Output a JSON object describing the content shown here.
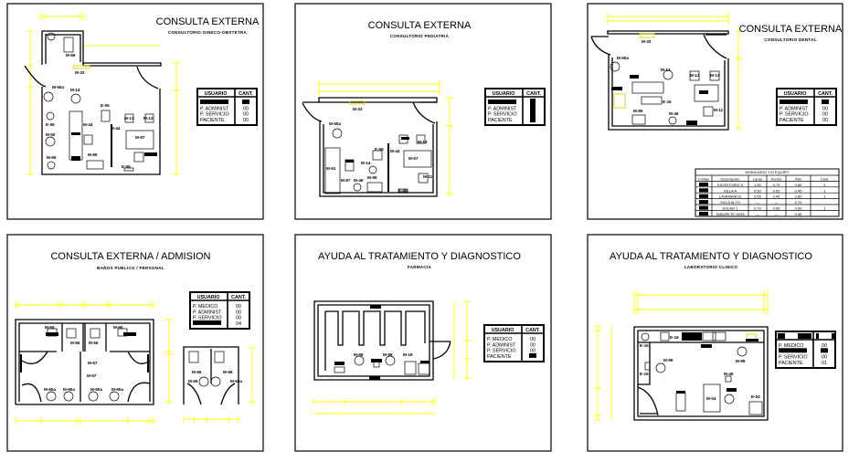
{
  "panels": [
    {
      "title": "CONSULTA EXTERNA",
      "subtitle": "CONSULTORIO GINECO-OBSTETRA",
      "table": {
        "header": [
          "USUARIO",
          "CANT."
        ],
        "rows": [
          [
            null,
            null
          ],
          [
            "P. ADMINIST",
            "00"
          ],
          [
            "P. SERVICIO",
            "00"
          ],
          [
            "PACIENTE",
            "00"
          ]
        ]
      },
      "labels": [
        "M-66",
        "M-33",
        "M-65a",
        "M-14",
        "E-06",
        "E-06",
        "M-50",
        "M-44",
        "M-44",
        "M-13",
        "M-13",
        "M-57",
        "M-66",
        "M-95",
        "E-06"
      ]
    },
    {
      "title": "CONSULTA EXTERNA",
      "subtitle": "CONSULTORIO PEDIATRIA",
      "table": {
        "header": [
          "USUARIO",
          "CANT."
        ],
        "rows": [
          [
            null,
            null
          ],
          [
            "P. ADMINIST",
            null
          ],
          [
            "P. SERVICIO",
            null
          ],
          [
            "PACIENTE",
            null
          ]
        ]
      },
      "labels": [
        "M-33",
        "M-65a",
        "E-06",
        "M-44",
        "M-57",
        "M-13",
        "M-14",
        "M-91",
        "M-87",
        "M-46",
        "M-95",
        "M-11",
        "E-06"
      ]
    },
    {
      "title": "CONSULTA EXTERNA",
      "subtitle": "CONSULTORIO DENTAL",
      "table": {
        "header": [
          "USUARIO",
          "CANT."
        ],
        "rows": [
          [
            null,
            null
          ],
          [
            "P. ADMINIST",
            "00"
          ],
          [
            "P. SERVICIO",
            "00"
          ],
          [
            "PACIENTE",
            "00"
          ]
        ]
      },
      "labels": [
        "M-33",
        "M-65a",
        "M-14",
        "M-13",
        "M-13",
        "E-16",
        "M-85",
        "M-46",
        "M-11"
      ]
    },
    {
      "title": "CONSULTA EXTERNA / ADMISION",
      "subtitle": "BAÑOS PUBLICO / PERSONAL",
      "table": {
        "header": [
          "USUARIO",
          "CANT."
        ],
        "rows": [
          [
            "P. MEDICO",
            "00"
          ],
          [
            "P. ADMINIST",
            "00"
          ],
          [
            "P. SERVICIO",
            "00"
          ],
          [
            null,
            "04"
          ]
        ]
      },
      "labels": [
        "M-66",
        "M-66",
        "M-66",
        "M-66",
        "M-67",
        "M-67",
        "M-65a",
        "M-65a",
        "M-65a",
        "M-65a",
        "M-66",
        "M-66",
        "M-65",
        "M-65a"
      ]
    },
    {
      "title": "AYUDA AL TRATAMIENTO Y DIAGNOSTICO",
      "subtitle": "FARMACIA",
      "table": {
        "header": [
          "USUARIO",
          "CANT."
        ],
        "rows": [
          [
            "P. MEDICO",
            "00"
          ],
          [
            "P. ADMINIST",
            "00"
          ],
          [
            "P. SERVICIO",
            "00"
          ],
          [
            "PACIENTE",
            null
          ]
        ]
      },
      "labels": [
        "M-99",
        "M-99",
        "M-19"
      ]
    },
    {
      "title": "AYUDA AL TRATAMIENTO Y DIAGNOSTICO",
      "subtitle": "LABORATORIO CLINICO",
      "table": {
        "header": [
          null,
          null
        ],
        "rows": [
          [
            "P. MEDICO",
            "00"
          ],
          [
            null,
            null
          ],
          [
            "P. SERVICIO",
            "00"
          ],
          [
            "PACIENTE",
            "01"
          ]
        ]
      },
      "labels": [
        "E-16",
        "E-16",
        "M-99",
        "M-99",
        "E-16",
        "M-45",
        "M-04",
        "E-04"
      ]
    }
  ],
  "furniture_table": {
    "title": "MOBILIARIO Y/O EQUIPO",
    "columns": [
      "Código",
      "Descripción",
      "Largo",
      "Ancho",
      "Alto",
      "Cant."
    ],
    "rows": [
      [
        "ESCRITORIO 3",
        "1.50",
        "0.75",
        "0.80",
        "1"
      ],
      [
        "SILLA A",
        "0.50",
        "0.52",
        "0.45",
        "1"
      ],
      [
        "LAVAMANOS",
        "0.55",
        "0.45",
        "0.80",
        "1"
      ],
      [
        "SILLA ALTO",
        "—",
        "—",
        "0.70",
        ""
      ],
      [
        "SOLAR 1",
        "0.70",
        "0.65",
        "0.60",
        "1"
      ],
      [
        "TABURETE GIRA",
        "—",
        "—",
        "0.45",
        ""
      ]
    ]
  },
  "colors": {
    "dimension": "#ffff00",
    "line": "#000000",
    "background": "#ffffff"
  }
}
